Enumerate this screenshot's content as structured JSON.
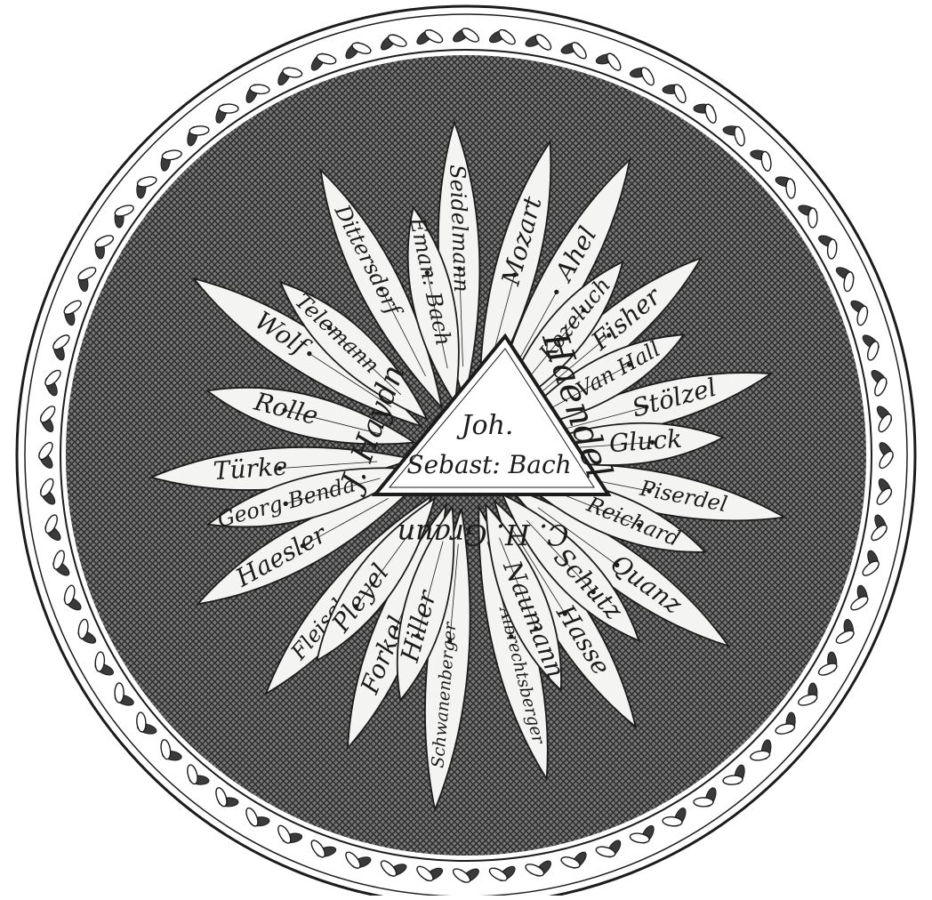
{
  "image": {
    "title": "",
    "center": {
      "line1": "Joh.",
      "line2": "Sebast: Bach"
    },
    "inner_names": [
      "Haendel",
      "C. H. Graun",
      "J. Haydn"
    ],
    "rays": [
      {
        "label": "Mozart",
        "angle": -75,
        "len": 365
      },
      {
        "label": "Ahel",
        "angle": -61,
        "len": 380
      },
      {
        "label": "Fisher",
        "angle": -40,
        "len": 345
      },
      {
        "label": "Stölzel",
        "angle": -15,
        "len": 355
      },
      {
        "label": "Piserdel",
        "angle": 11,
        "len": 365
      },
      {
        "label": "Quanz",
        "angle": 36,
        "len": 365
      },
      {
        "label": "Hasse",
        "angle": 58,
        "len": 360
      },
      {
        "label": "Albrechtsberger",
        "angle": 76,
        "len": 375
      },
      {
        "label": "Schwanenberger",
        "angle": 95,
        "len": 400
      },
      {
        "label": "Forkel",
        "angle": 112,
        "len": 355
      },
      {
        "label": "Fleischer",
        "angle": 130,
        "len": 350
      },
      {
        "label": "Haesler",
        "angle": 151,
        "len": 345
      },
      {
        "label": "Türke",
        "angle": 176,
        "len": 355
      },
      {
        "label": "Wolf",
        "angle": -147,
        "len": 365
      },
      {
        "label": "Dittersdorf",
        "angle": -117,
        "len": 360
      },
      {
        "label": "Seidelmann",
        "angle": -92,
        "len": 375
      },
      {
        "label": "Kozeluch",
        "angle": -51,
        "len": 280
      },
      {
        "label": "Van Hall",
        "angle": -29,
        "len": 280
      },
      {
        "label": "Gluck",
        "angle": -4,
        "len": 290
      },
      {
        "label": "Reichard",
        "angle": 22,
        "len": 290
      },
      {
        "label": "Schutz",
        "angle": 47,
        "len": 285
      },
      {
        "label": "Naumann",
        "angle": 68,
        "len": 285
      },
      {
        "label": "Hiller",
        "angle": 105,
        "len": 285
      },
      {
        "label": "Pleyel",
        "angle": 126,
        "len": 285
      },
      {
        "label": "Georg Benda",
        "angle": 165,
        "len": 300
      },
      {
        "label": "Rolle",
        "angle": -166,
        "len": 300
      },
      {
        "label": "Telemann",
        "angle": -137,
        "len": 285
      },
      {
        "label": "Eman: Bach",
        "angle": -102,
        "len": 285
      }
    ],
    "colors": {
      "ink": "#1c1c1c",
      "paper": "#ffffff",
      "leaf": "#f4f4f2",
      "hatch": "#555555"
    }
  }
}
